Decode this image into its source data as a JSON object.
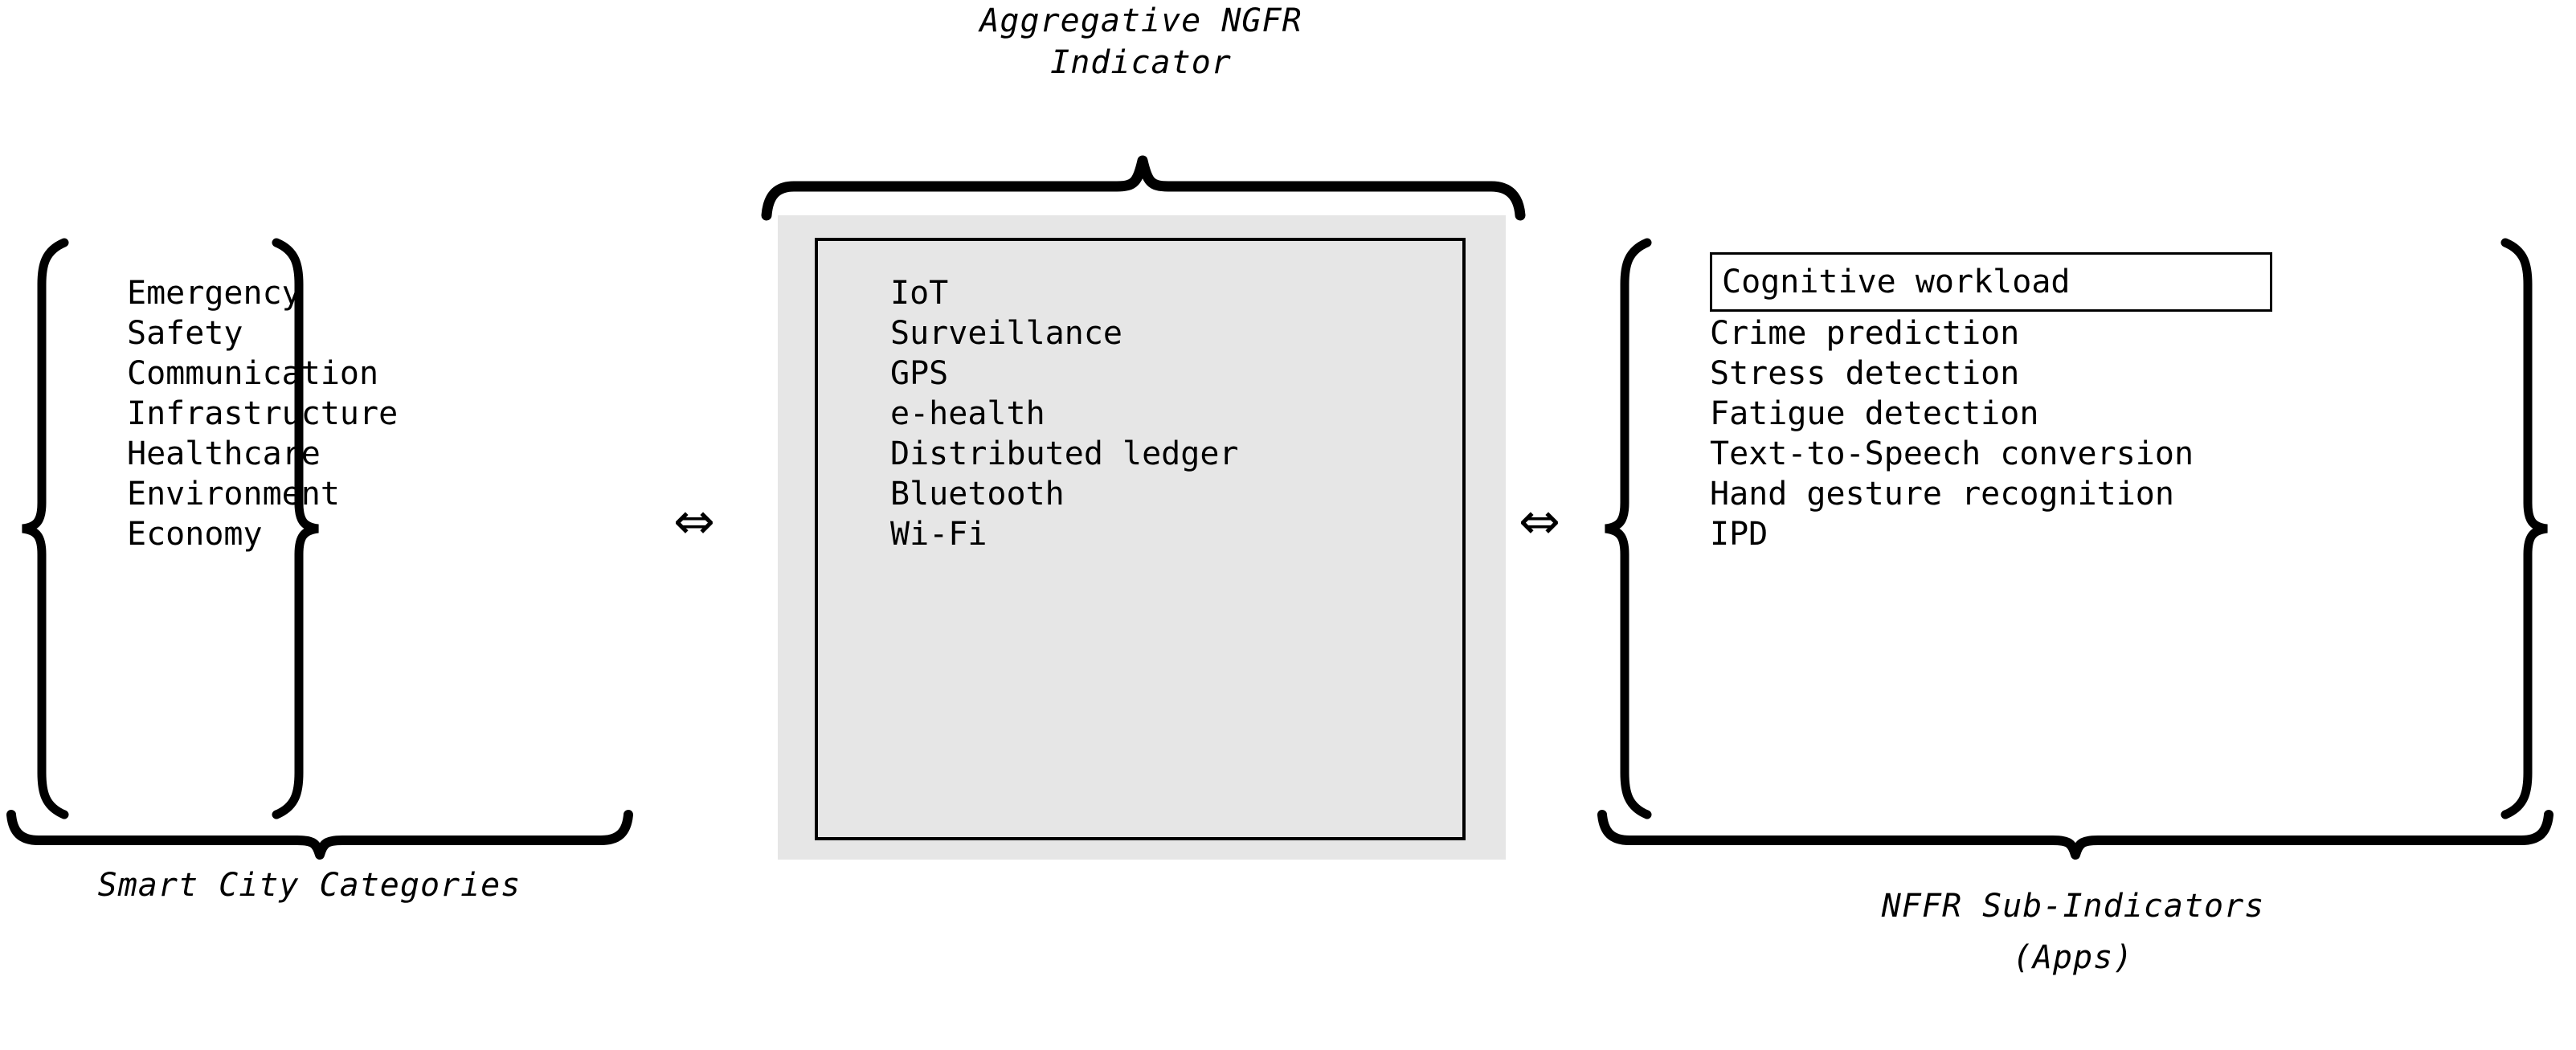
{
  "title": {
    "line1": "Aggregative NGFR",
    "line2": "Indicator"
  },
  "left": {
    "caption": "Smart City Categories",
    "items": [
      "Emergency",
      "Safety",
      "Communication",
      "Infrastructure",
      "Healthcare",
      "Environment",
      "Economy"
    ]
  },
  "center": {
    "items": [
      "IoT",
      "Surveillance",
      "GPS",
      "e-health",
      "Distributed ledger",
      "Bluetooth",
      "Wi-Fi"
    ],
    "fill_color": "#e6e6e6",
    "border_color": "#000000"
  },
  "right": {
    "caption_line1": "NFFR Sub-Indicators",
    "caption_line2": "(Apps)",
    "items": [
      "Cognitive workload",
      "Crime prediction",
      "Stress detection",
      "Fatigue detection",
      "Text-to-Speech conversion",
      "Hand gesture recognition",
      "IPD"
    ],
    "highlighted_item": "Cognitive workload"
  },
  "connectors": {
    "left_arrow": "⇔",
    "right_arrow": "⇔"
  }
}
